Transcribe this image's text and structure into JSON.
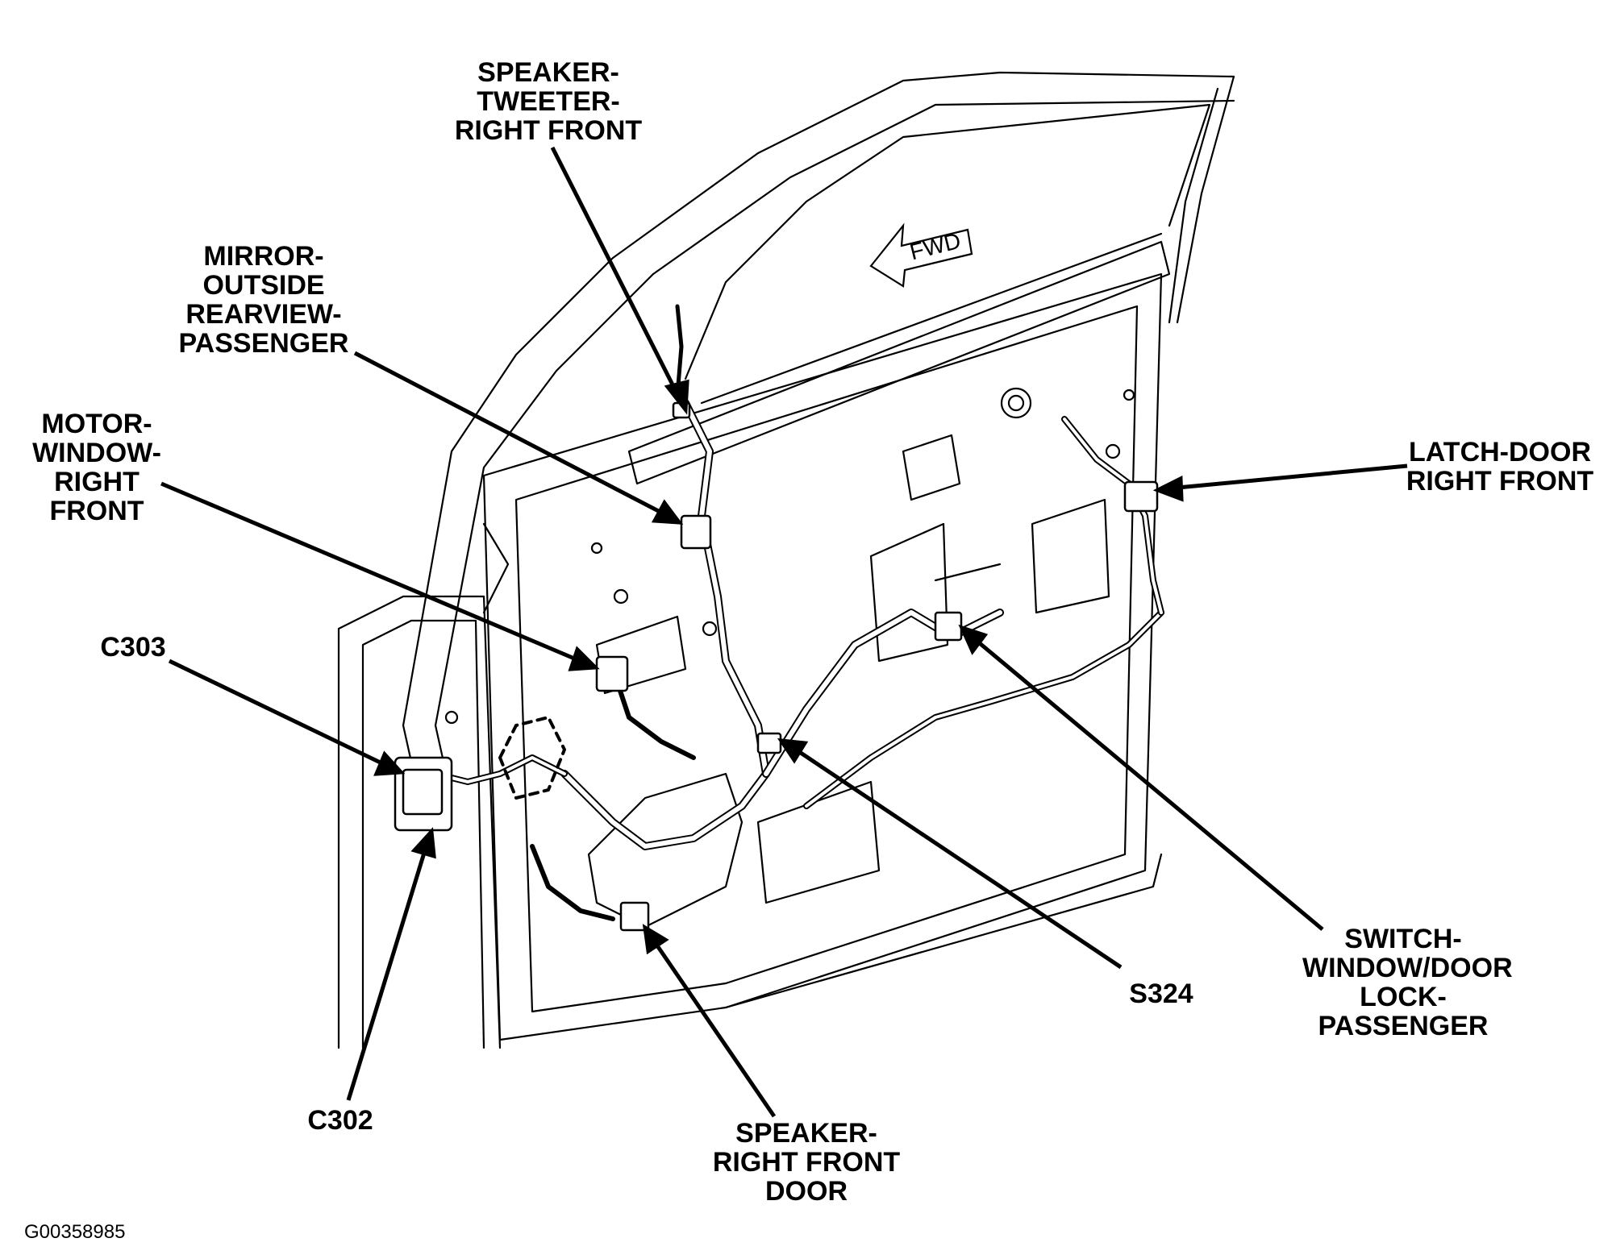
{
  "colors": {
    "ink": "#000000",
    "background": "#ffffff"
  },
  "labels": {
    "speaker_tweeter": [
      "SPEAKER-",
      "TWEETER-",
      "RIGHT FRONT"
    ],
    "mirror": [
      "MIRROR-",
      "OUTSIDE",
      "REARVIEW-",
      "PASSENGER"
    ],
    "motor_window": [
      "MOTOR-",
      "WINDOW-",
      "RIGHT",
      "FRONT"
    ],
    "c303": [
      "C303"
    ],
    "latch_door": [
      "LATCH-DOOR",
      "RIGHT FRONT"
    ],
    "switch": [
      "SWITCH-",
      "WINDOW/DOOR",
      "LOCK-",
      "PASSENGER"
    ],
    "s324": [
      "S324"
    ],
    "c302": [
      "C302"
    ],
    "speaker_door": [
      "SPEAKER-",
      "RIGHT FRONT",
      "DOOR"
    ]
  },
  "fwd_marker": "FWD",
  "figure_id": "G00358985"
}
